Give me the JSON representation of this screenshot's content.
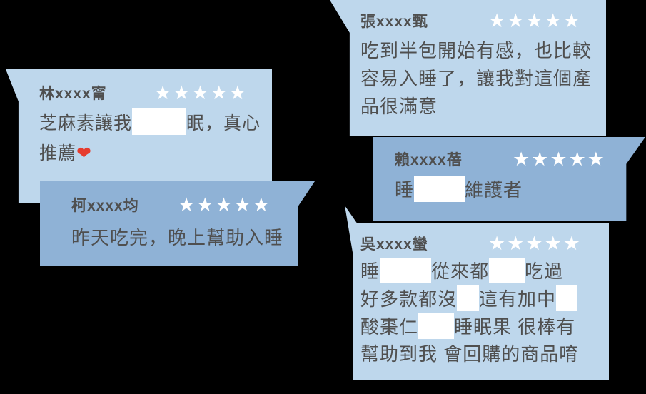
{
  "canvas": {
    "background": "#000000"
  },
  "colors": {
    "card_light_blue": "#bed7ec",
    "card_dark_blue": "#8fb2d6",
    "text_gray": "#4f4f4f",
    "star_white": "#ffffff",
    "censor_box_white": "#ffffff",
    "heart_red": "#e63c2f"
  },
  "reviews": [
    {
      "name": "林xxxx甯",
      "rating": 5,
      "stars": "★★★★★",
      "line1_a": "芝麻素讓我",
      "line1_b": "眠，真心",
      "line2": "推薦",
      "heart": "❤"
    },
    {
      "name": "柯xxxx均",
      "rating": 5,
      "stars": "★★★★★",
      "line1": "昨天吃完，晚上幫助入睡"
    },
    {
      "name": "張xxxx甄",
      "rating": 5,
      "stars": "★★★★★",
      "line1": "吃到半包開始有感，也比較",
      "line2": "容易入睡了，讓我對這個產",
      "line3": "品很滿意"
    },
    {
      "name": "賴xxxx蓓",
      "rating": 5,
      "stars": "★★★★★",
      "line1_a": "睡",
      "line1_b": "維護者"
    },
    {
      "name": "吳xxxx蠻",
      "rating": 5,
      "stars": "★★★★★",
      "l1_a": "睡",
      "l1_b": "從來都",
      "l1_c": "吃過",
      "l2_a": "好多款都沒",
      "l2_b": "這有加中",
      "l3_a": "酸棗仁",
      "l3_b": "睡眠果 很棒有",
      "l4": "幫助到我 會回購的商品唷"
    }
  ]
}
